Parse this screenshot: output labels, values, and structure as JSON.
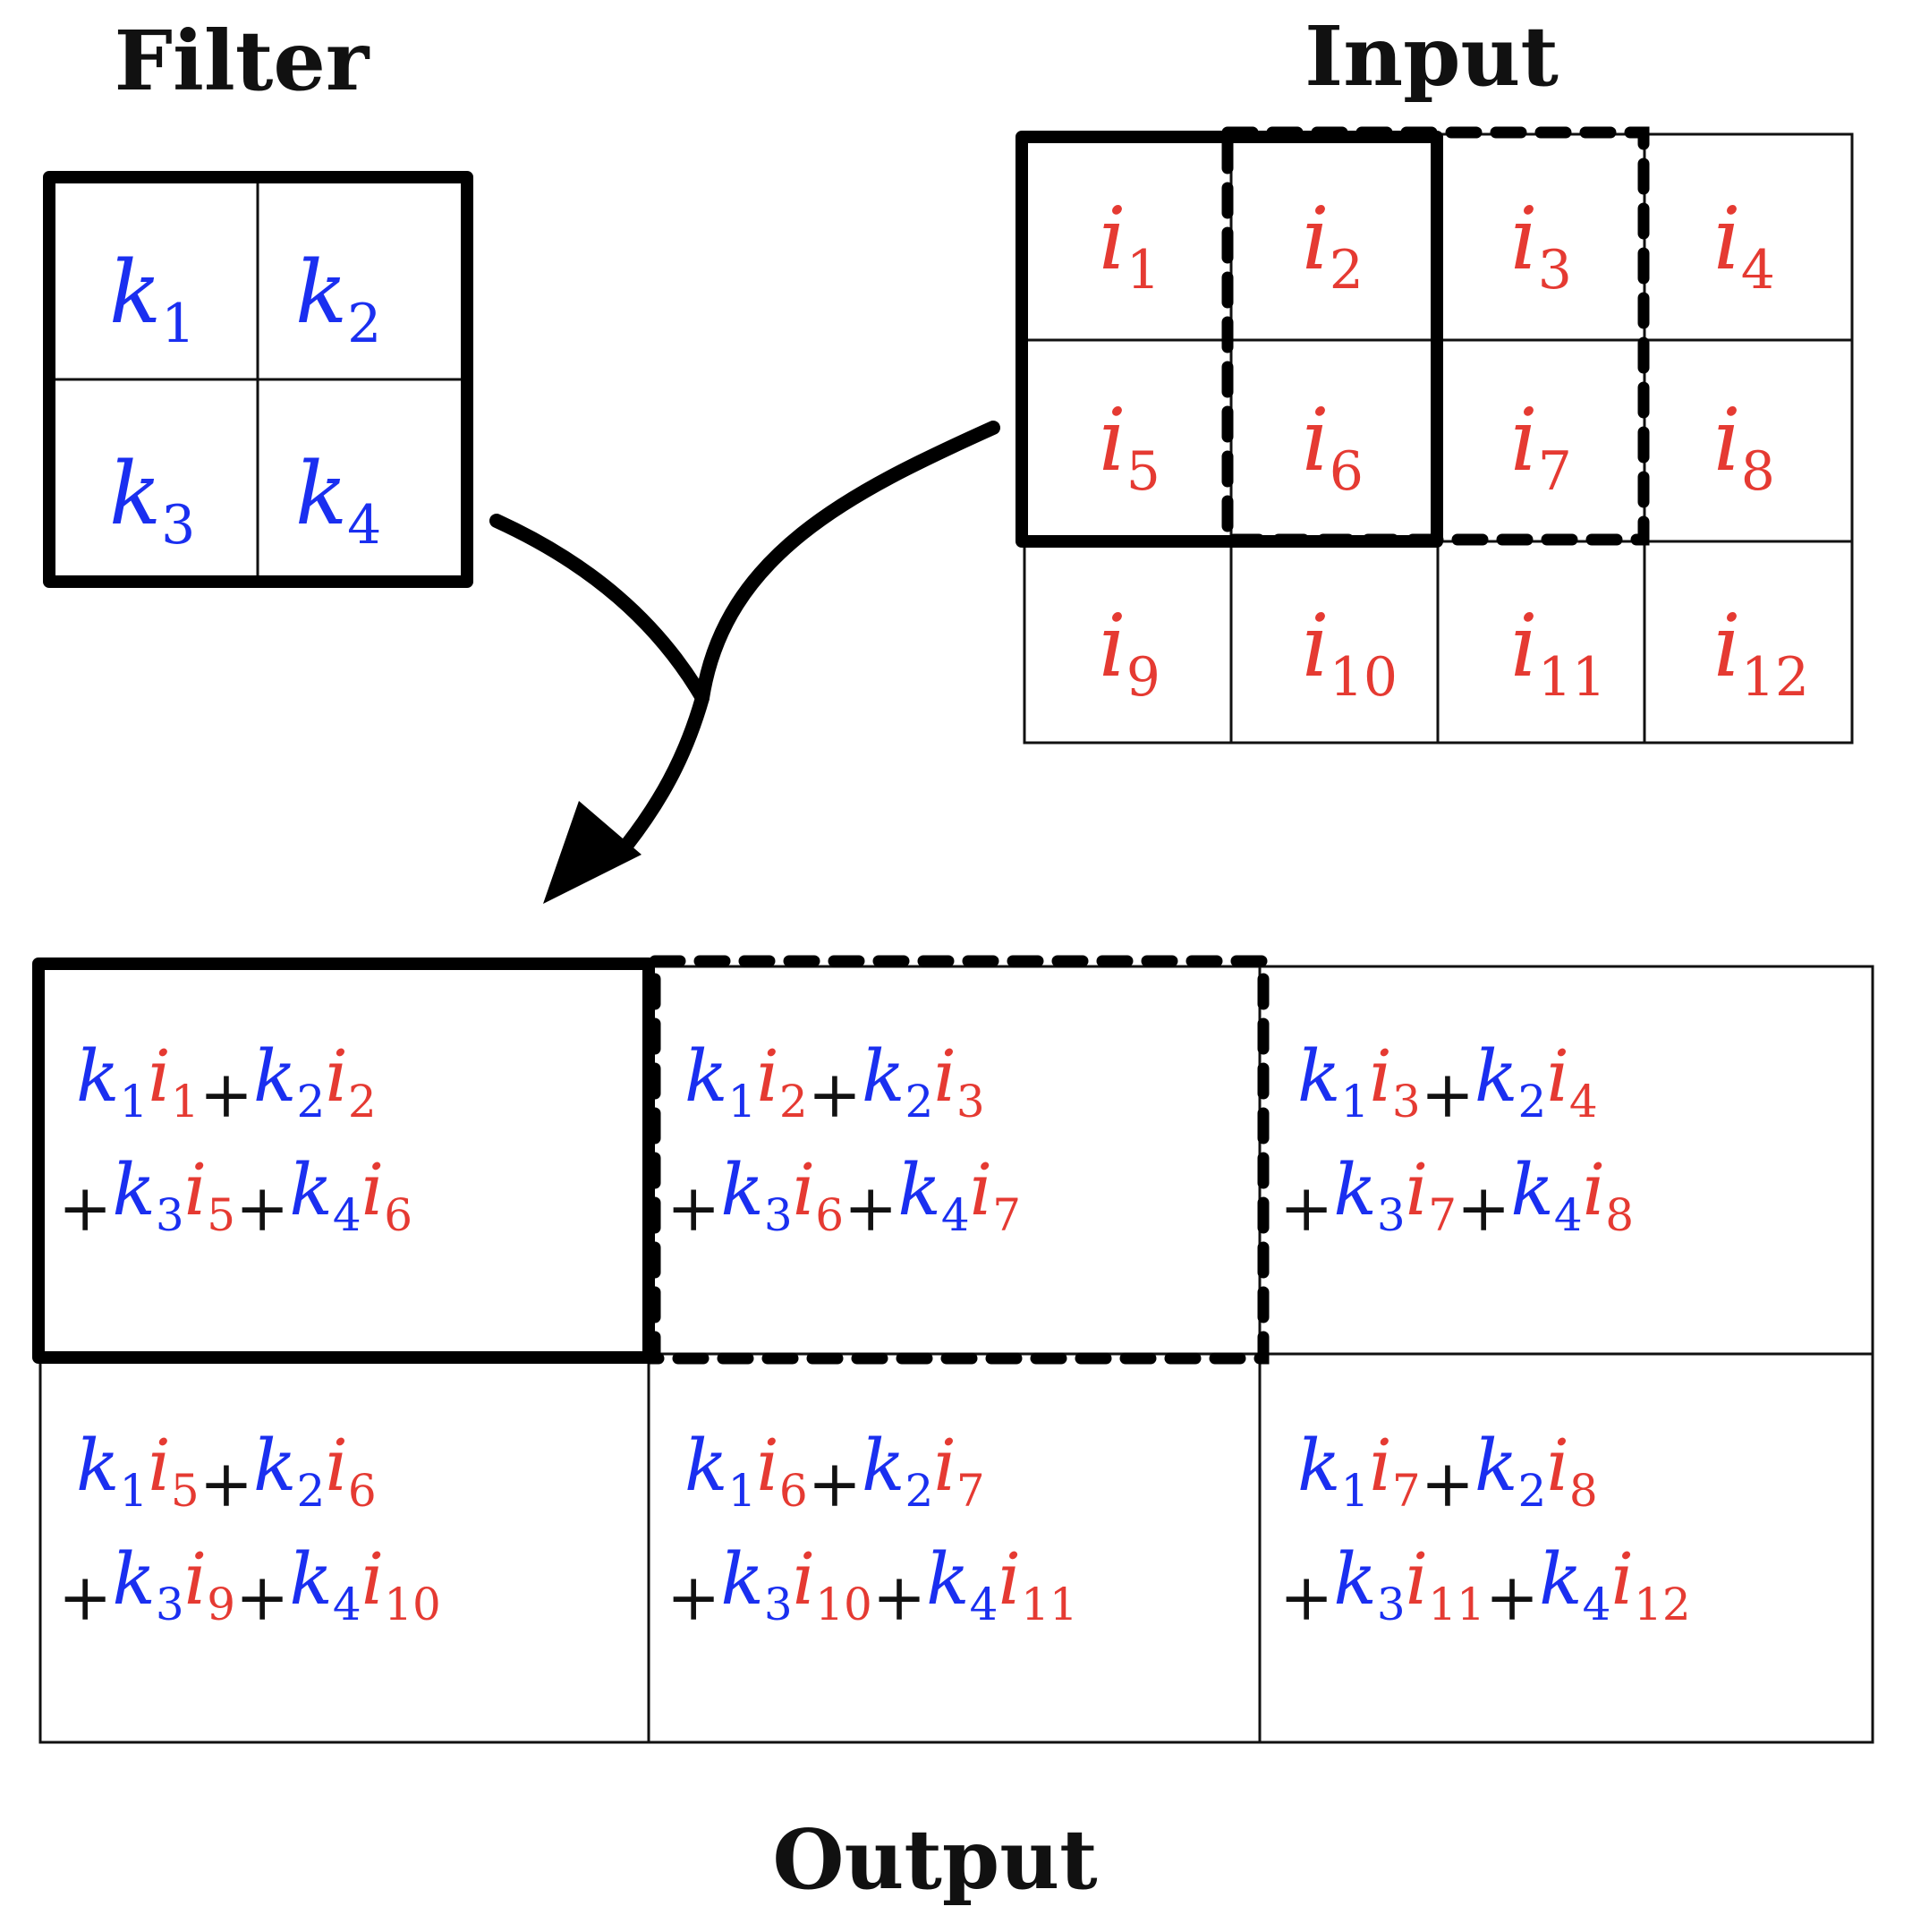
{
  "titles": {
    "filter": "Filter",
    "input": "Input",
    "output": "Output"
  },
  "colors": {
    "kernel": "#1a2ff0",
    "input": "#e53a32",
    "operator": "#111111",
    "frame": "#000000"
  },
  "filter": {
    "cells": [
      {
        "base": "k",
        "sub": "1"
      },
      {
        "base": "k",
        "sub": "2"
      },
      {
        "base": "k",
        "sub": "3"
      },
      {
        "base": "k",
        "sub": "4"
      }
    ]
  },
  "input": {
    "cells": [
      {
        "base": "i",
        "sub": "1"
      },
      {
        "base": "i",
        "sub": "2"
      },
      {
        "base": "i",
        "sub": "3"
      },
      {
        "base": "i",
        "sub": "4"
      },
      {
        "base": "i",
        "sub": "5"
      },
      {
        "base": "i",
        "sub": "6"
      },
      {
        "base": "i",
        "sub": "7"
      },
      {
        "base": "i",
        "sub": "8"
      },
      {
        "base": "i",
        "sub": "9"
      },
      {
        "base": "i",
        "sub": "10"
      },
      {
        "base": "i",
        "sub": "11"
      },
      {
        "base": "i",
        "sub": "12"
      }
    ]
  },
  "output": {
    "cells": [
      {
        "line1": [
          [
            "k",
            "1"
          ],
          [
            "i",
            "1"
          ],
          [
            "k",
            "2"
          ],
          [
            "i",
            "2"
          ]
        ],
        "line2": [
          [
            "k",
            "3"
          ],
          [
            "i",
            "5"
          ],
          [
            "k",
            "4"
          ],
          [
            "i",
            "6"
          ]
        ]
      },
      {
        "line1": [
          [
            "k",
            "1"
          ],
          [
            "i",
            "2"
          ],
          [
            "k",
            "2"
          ],
          [
            "i",
            "3"
          ]
        ],
        "line2": [
          [
            "k",
            "3"
          ],
          [
            "i",
            "6"
          ],
          [
            "k",
            "4"
          ],
          [
            "i",
            "7"
          ]
        ]
      },
      {
        "line1": [
          [
            "k",
            "1"
          ],
          [
            "i",
            "3"
          ],
          [
            "k",
            "2"
          ],
          [
            "i",
            "4"
          ]
        ],
        "line2": [
          [
            "k",
            "3"
          ],
          [
            "i",
            "7"
          ],
          [
            "k",
            "4"
          ],
          [
            "i",
            "8"
          ]
        ]
      },
      {
        "line1": [
          [
            "k",
            "1"
          ],
          [
            "i",
            "5"
          ],
          [
            "k",
            "2"
          ],
          [
            "i",
            "6"
          ]
        ],
        "line2": [
          [
            "k",
            "3"
          ],
          [
            "i",
            "9"
          ],
          [
            "k",
            "4"
          ],
          [
            "i",
            "10"
          ]
        ]
      },
      {
        "line1": [
          [
            "k",
            "1"
          ],
          [
            "i",
            "6"
          ],
          [
            "k",
            "2"
          ],
          [
            "i",
            "7"
          ]
        ],
        "line2": [
          [
            "k",
            "3"
          ],
          [
            "i",
            "10"
          ],
          [
            "k",
            "4"
          ],
          [
            "i",
            "11"
          ]
        ]
      },
      {
        "line1": [
          [
            "k",
            "1"
          ],
          [
            "i",
            "7"
          ],
          [
            "k",
            "2"
          ],
          [
            "i",
            "8"
          ]
        ],
        "line2": [
          [
            "k",
            "3"
          ],
          [
            "i",
            "11"
          ],
          [
            "k",
            "4"
          ],
          [
            "i",
            "12"
          ]
        ]
      }
    ],
    "plus": "+"
  }
}
